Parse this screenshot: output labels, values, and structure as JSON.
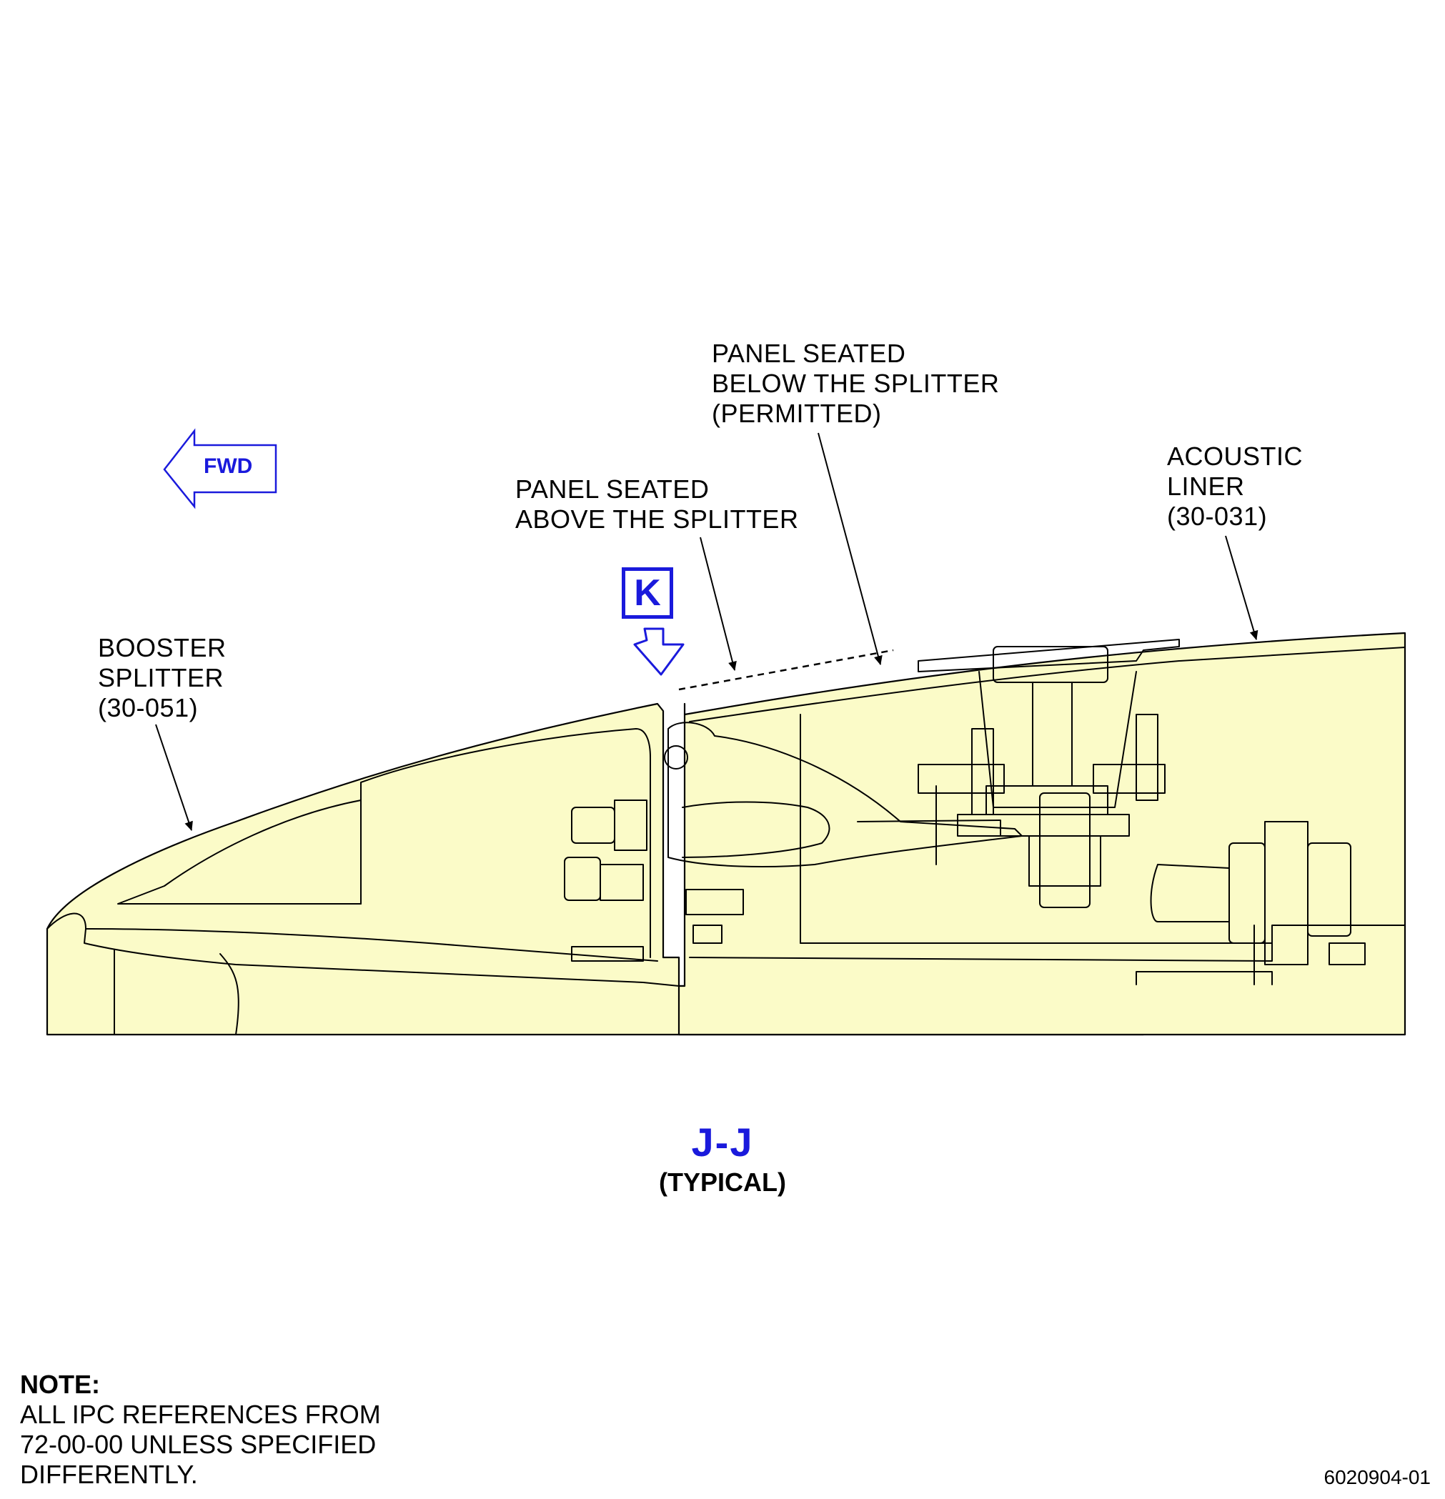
{
  "drawing": {
    "fill_color": "#fbfbc8",
    "line_color": "#000000",
    "accent_color": "#1a1adc"
  },
  "labels": {
    "booster_splitter": [
      "BOOSTER",
      "SPLITTER",
      "(30-051)"
    ],
    "panel_above": [
      "PANEL SEATED",
      "ABOVE THE SPLITTER"
    ],
    "panel_below": [
      "PANEL SEATED",
      "BELOW THE SPLITTER",
      "(PERMITTED)"
    ],
    "acoustic_liner": [
      "ACOUSTIC",
      "LINER",
      "(30-031)"
    ]
  },
  "fwd_label": "FWD",
  "view_marker": "K",
  "view_title": "J-J",
  "view_subtitle": "(TYPICAL)",
  "note": {
    "heading": "NOTE:",
    "lines": [
      "ALL IPC REFERENCES FROM",
      "72-00-00 UNLESS SPECIFIED",
      "DIFFERENTLY."
    ]
  },
  "figure_number": "6020904-01"
}
